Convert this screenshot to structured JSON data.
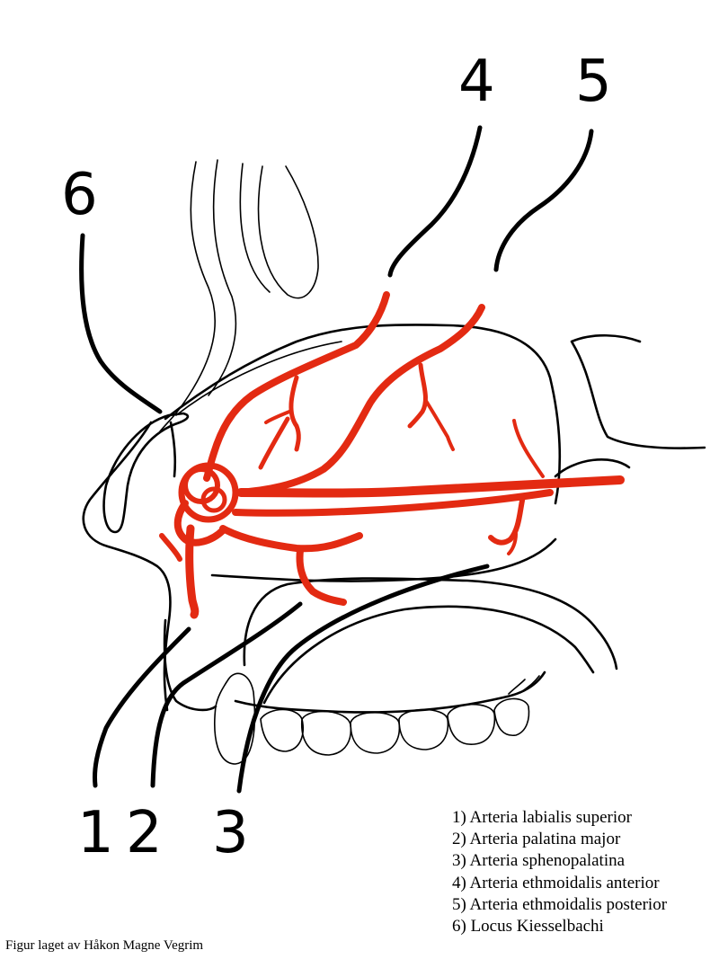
{
  "labels": {
    "n1": "1",
    "n2": "2",
    "n3": "3",
    "n4": "4",
    "n5": "5",
    "n6": "6"
  },
  "legend": [
    "1) Arteria labialis superior",
    "2) Arteria palatina major",
    "3) Arteria sphenopalatina",
    "4) Arteria ethmoidalis anterior",
    "5) Arteria ethmoidalis posterior",
    "6) Locus Kiesselbachi"
  ],
  "credit": "Figur laget av Håkon Magne Vegrim",
  "colors": {
    "artery": "#e32a12",
    "outline": "#000000",
    "background": "#ffffff"
  }
}
